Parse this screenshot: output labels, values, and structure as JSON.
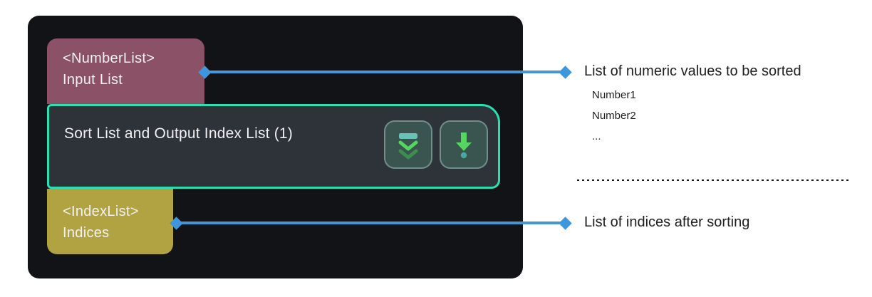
{
  "colors": {
    "canvas_bg": "#121316",
    "node_bg": "#2d3339",
    "node_border_teal": "#2bdfb2",
    "input_tab_purple": "#8b5267",
    "output_tab_yellow": "#b1a341",
    "connector_blue": "#4596d4",
    "icon_green_bright": "#55d65e",
    "icon_green_dim": "#3f8d4e",
    "icon_teal": "#68c2b6",
    "tab_text": "#f2f0f2",
    "annotation_text": "#1e1e1e"
  },
  "node": {
    "title": "Sort List and Output Index List (1)",
    "input_port": {
      "type_label": "<NumberList>",
      "name_label": "Input List"
    },
    "output_port": {
      "type_label": "<IndexList>",
      "name_label": "Indices"
    },
    "toolbar": {
      "collapse_button_icon": "double-chevron-collapse-icon",
      "run_button_icon": "down-arrow-dot-icon"
    }
  },
  "annotations": {
    "input": {
      "title": "List of numeric values to be sorted",
      "items": [
        "Number1",
        "Number2",
        "..."
      ]
    },
    "output": {
      "title": "List of indices after sorting"
    }
  }
}
